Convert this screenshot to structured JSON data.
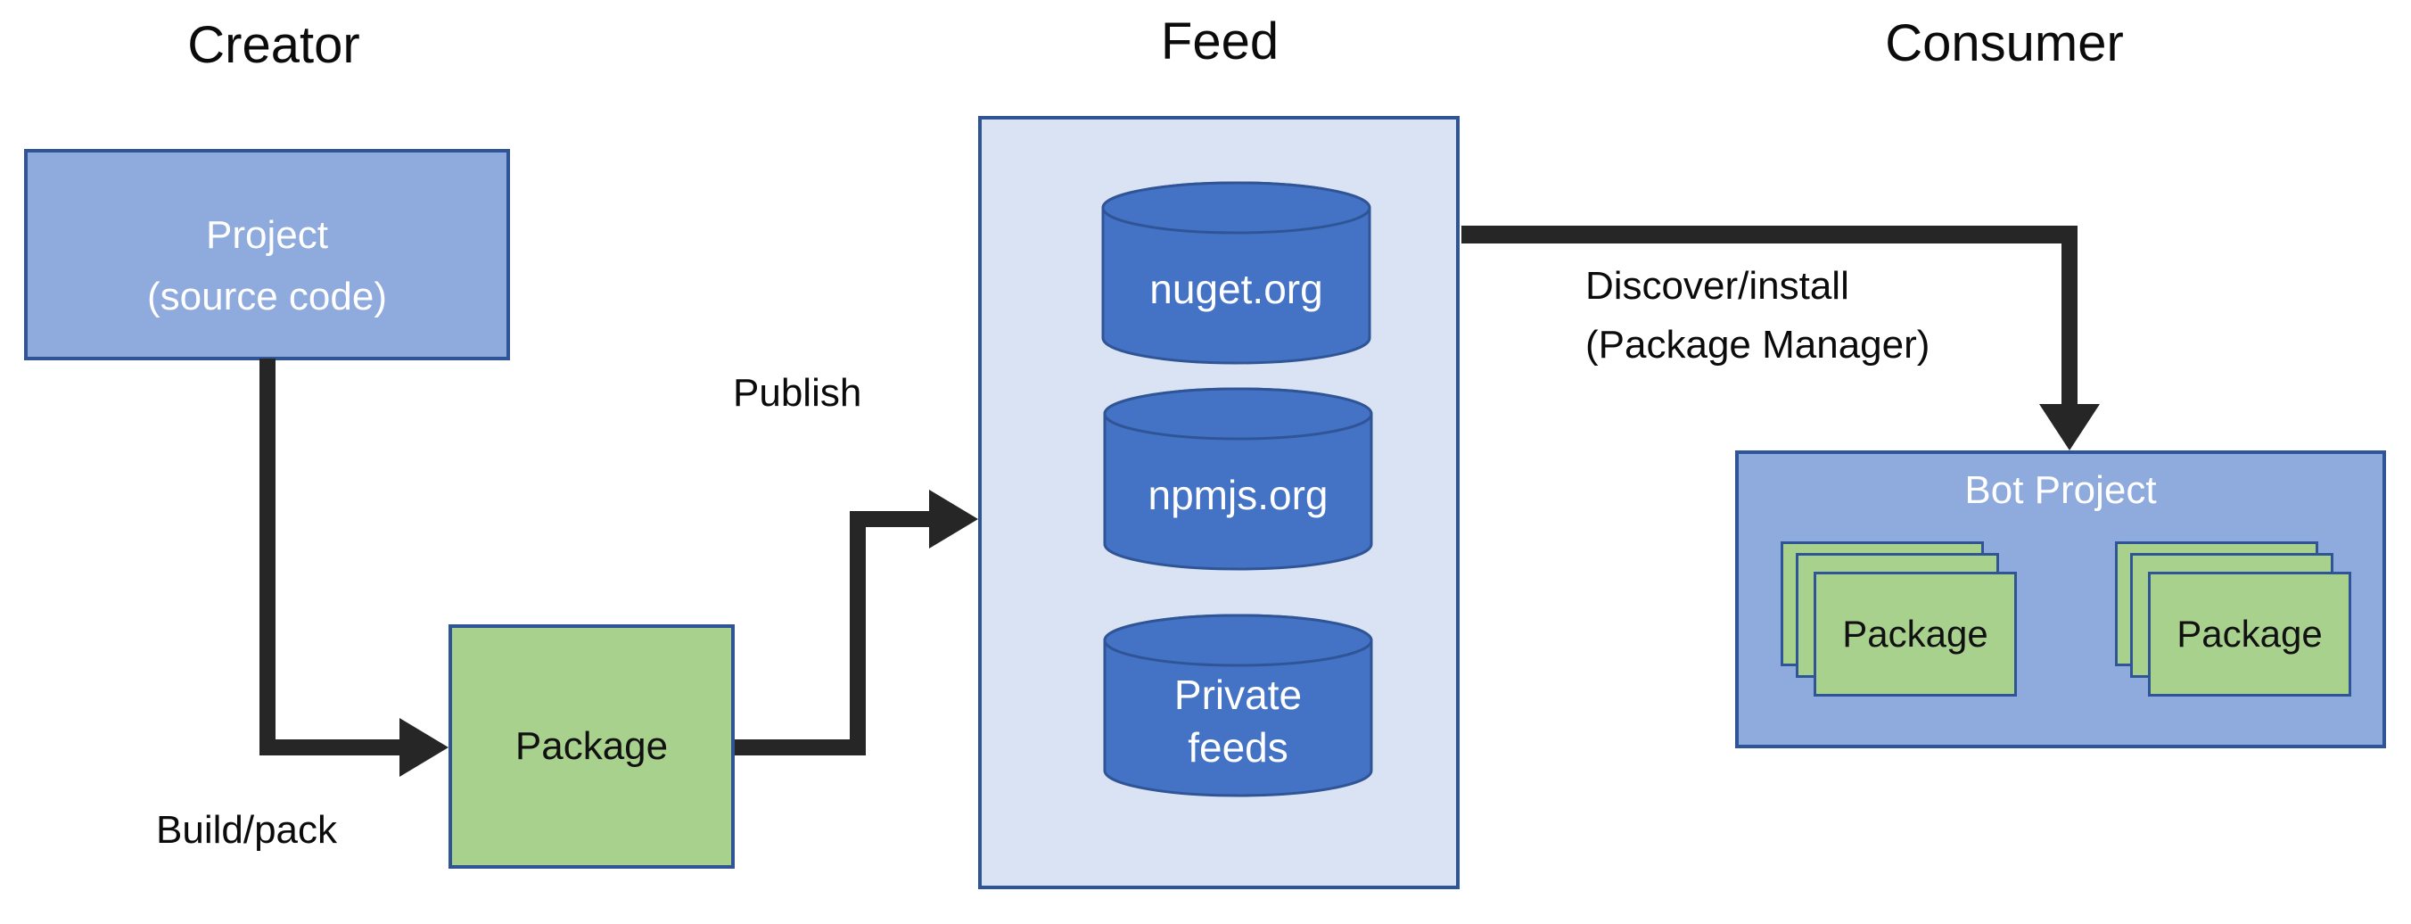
{
  "headings": {
    "creator": "Creator",
    "feed": "Feed",
    "consumer": "Consumer"
  },
  "creator": {
    "project_box": {
      "title": "Project",
      "subtitle": "(source code)"
    },
    "package_box": {
      "label": "Package"
    }
  },
  "flow_labels": {
    "build_pack": "Build/pack",
    "publish": "Publish",
    "discover_line1": "Discover/install",
    "discover_line2": "(Package Manager)"
  },
  "feed": {
    "cylinders": [
      {
        "label": "nuget.org"
      },
      {
        "label": "npmjs.org"
      },
      {
        "label": "Private feeds"
      }
    ]
  },
  "consumer": {
    "bot_project": {
      "title": "Bot Project"
    },
    "stacks": [
      {
        "label": "Package"
      },
      {
        "label": "Package"
      }
    ]
  },
  "colors": {
    "box_blue": "#8FAADC",
    "cylinder_blue": "#4472C4",
    "feed_panel_blue": "#DAE3F3",
    "package_green": "#A9D18E",
    "border_navy": "#2F5597",
    "arrow_dark": "#262626",
    "heading_text": "#0B0B0B",
    "box_text_light": "#FFFFFF"
  }
}
